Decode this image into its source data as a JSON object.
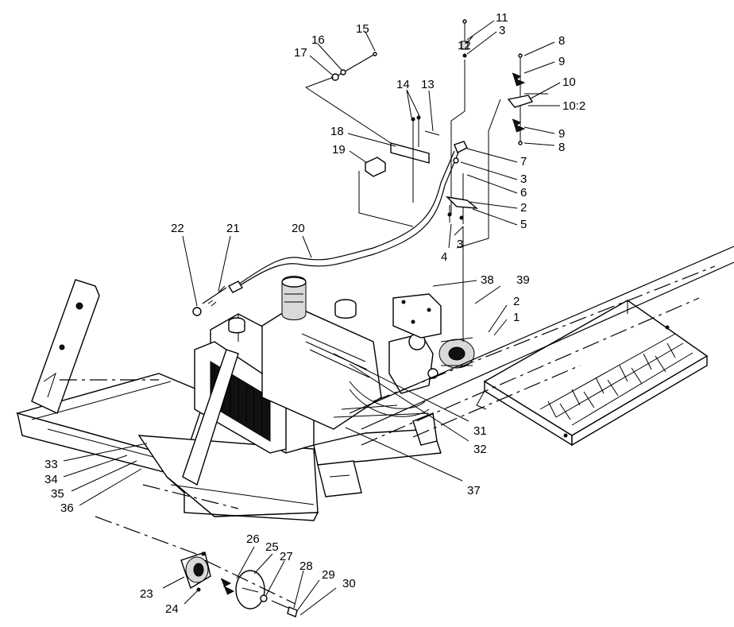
{
  "diagram": {
    "callouts": [
      {
        "id": "c-15",
        "text": "15"
      },
      {
        "id": "c-16",
        "text": "16"
      },
      {
        "id": "c-17",
        "text": "17"
      },
      {
        "id": "c-12",
        "text": "12"
      },
      {
        "id": "c-11",
        "text": "11"
      },
      {
        "id": "c-3a",
        "text": "3"
      },
      {
        "id": "c-8a",
        "text": "8"
      },
      {
        "id": "c-9a",
        "text": "9"
      },
      {
        "id": "c-10",
        "text": "10"
      },
      {
        "id": "c-10-2",
        "text": "10:2"
      },
      {
        "id": "c-9b",
        "text": "9"
      },
      {
        "id": "c-8b",
        "text": "8"
      },
      {
        "id": "c-14",
        "text": "14"
      },
      {
        "id": "c-13",
        "text": "13"
      },
      {
        "id": "c-18",
        "text": "18"
      },
      {
        "id": "c-19",
        "text": "19"
      },
      {
        "id": "c-7",
        "text": "7"
      },
      {
        "id": "c-3b",
        "text": "3"
      },
      {
        "id": "c-6",
        "text": "6"
      },
      {
        "id": "c-2a",
        "text": "2"
      },
      {
        "id": "c-5",
        "text": "5"
      },
      {
        "id": "c-4",
        "text": "4"
      },
      {
        "id": "c-3c",
        "text": "3"
      },
      {
        "id": "c-22",
        "text": "22"
      },
      {
        "id": "c-21",
        "text": "21"
      },
      {
        "id": "c-20",
        "text": "20"
      },
      {
        "id": "c-38",
        "text": "38"
      },
      {
        "id": "c-39",
        "text": "39"
      },
      {
        "id": "c-2b",
        "text": "2"
      },
      {
        "id": "c-1",
        "text": "1"
      },
      {
        "id": "c-31",
        "text": "31"
      },
      {
        "id": "c-32",
        "text": "32"
      },
      {
        "id": "c-37",
        "text": "37"
      },
      {
        "id": "c-33",
        "text": "33"
      },
      {
        "id": "c-34",
        "text": "34"
      },
      {
        "id": "c-35",
        "text": "35"
      },
      {
        "id": "c-36",
        "text": "36"
      },
      {
        "id": "c-26",
        "text": "26"
      },
      {
        "id": "c-25",
        "text": "25"
      },
      {
        "id": "c-27",
        "text": "27"
      },
      {
        "id": "c-28",
        "text": "28"
      },
      {
        "id": "c-29",
        "text": "29"
      },
      {
        "id": "c-30",
        "text": "30"
      },
      {
        "id": "c-23",
        "text": "23"
      },
      {
        "id": "c-24",
        "text": "24"
      }
    ]
  }
}
